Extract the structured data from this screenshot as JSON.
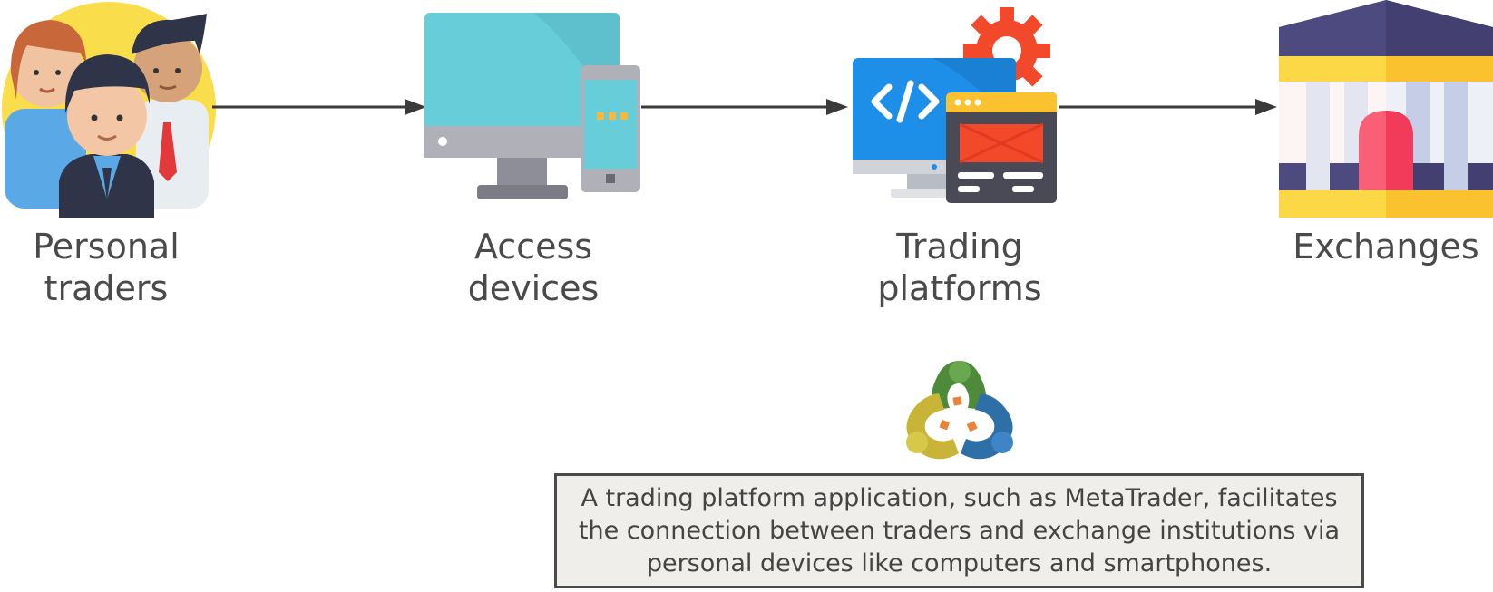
{
  "nodes": [
    {
      "id": "personal-traders",
      "line1": "Personal",
      "line2": "traders",
      "icon": "people-icon"
    },
    {
      "id": "access-devices",
      "line1": "Access",
      "line2": "devices",
      "icon": "devices-icon"
    },
    {
      "id": "trading-platforms",
      "line1": "Trading",
      "line2": "platforms",
      "icon": "platform-icon"
    },
    {
      "id": "exchanges",
      "line1": "Exchanges",
      "line2": "",
      "icon": "bank-icon"
    }
  ],
  "logo": {
    "icon": "metatrader-logo-icon"
  },
  "note": {
    "line1": "A trading platform application, such as MetaTrader, facilitates",
    "line2": "the connection between traders and exchange institutions via",
    "line3": "personal devices like computers and smartphones."
  },
  "colors": {
    "arrow": "#3a3a3a",
    "note_background": "#efeeea",
    "note_border": "#4a4a4a"
  }
}
